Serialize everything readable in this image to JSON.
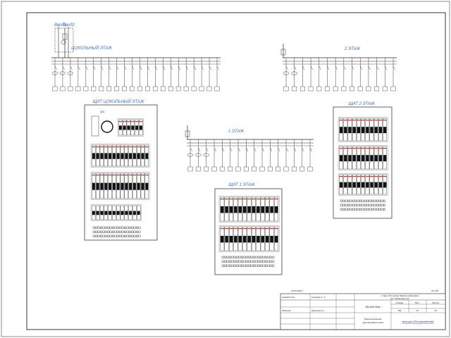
{
  "sections": {
    "basement_title": "ЦОКОЛЬНЫЙ ЭТАЖ",
    "floor2_title": "2 ЭТАЖ",
    "floor1_title": "1 ЭТАЖ",
    "basement_panel_title": "ЩИТ ЦОКОЛЬНЫЙ ЭТАЖ",
    "floor2_panel_title": "ЩИТ 2 ЭТАЖ",
    "floor1_panel_title": "ЩИТ 1 ЭТАЖ",
    "panel_label": "QS1",
    "input_labels": [
      "Ввод1",
      "Ввод2"
    ]
  },
  "title_block": {
    "date": "30.03.2022 г.",
    "scale": "М 1:50",
    "role_developer": "разработчик",
    "role_customer": "Заказчик",
    "developer_name": "Городкин А. С.",
    "customer_name": "Шерпенко А.",
    "address_line1": "г. Санкт-Петербург Выборгский район",
    "address_line2": "пос. Исмилово д.9",
    "object_name": "Жилой дом",
    "stage_header": "Стадия",
    "sheet_header": "Лист",
    "sheets_header": "Листов",
    "stage": "РД",
    "sheet": "13",
    "sheets": "14",
    "drawing_title_line1": "Принципиальная",
    "drawing_title_line2": "однолинейная схема",
    "site": "www.spb-220v.ru/proekt.html"
  },
  "colors": {
    "titles": "#3a6fc4",
    "lines": "#2a2a2a",
    "breaker_body": "#111111",
    "breaker_stripe": "#c0392b"
  }
}
